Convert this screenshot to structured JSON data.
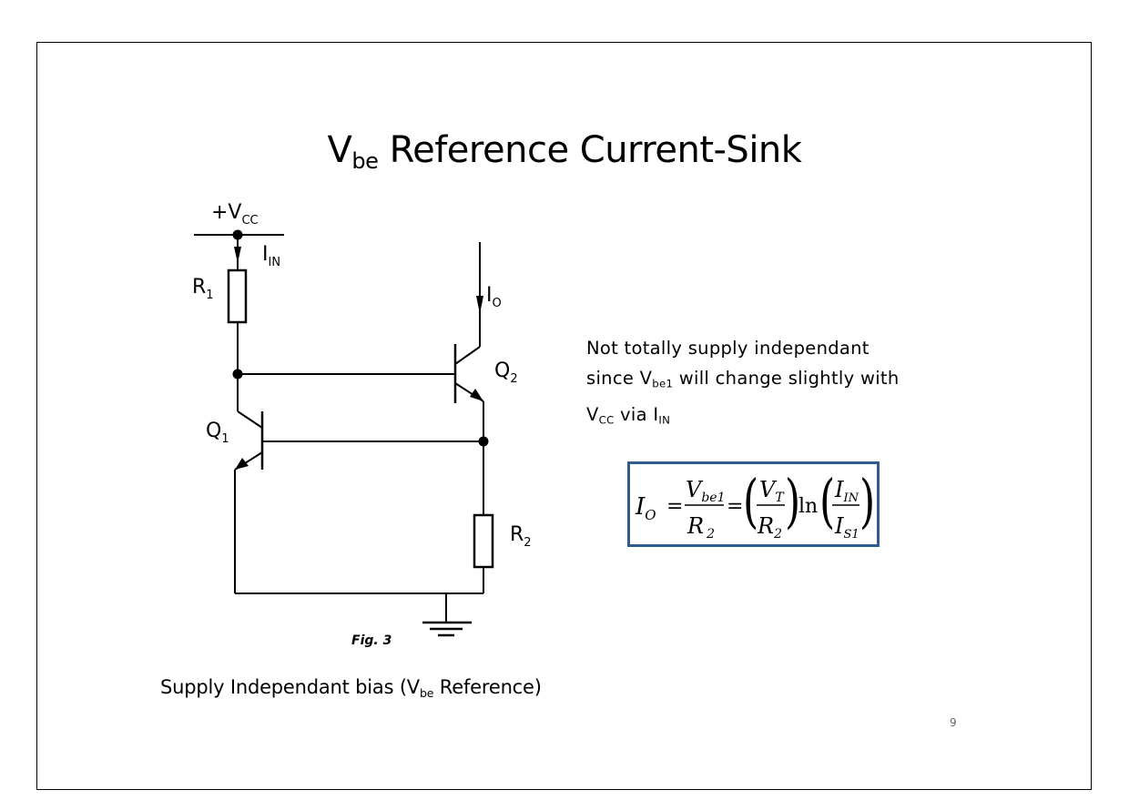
{
  "slide": {
    "title_main": "V",
    "title_sub": "be",
    "title_rest": " Reference Current-Sink",
    "page_number": "9"
  },
  "note": {
    "line1": "Not totally supply independant",
    "line2_pre": "since V",
    "line2_sub": "be1",
    "line2_post": " will change slightly with",
    "line3_v": "V",
    "line3_vsub": "CC",
    "line3_mid": " via I",
    "line3_isub": "IN"
  },
  "caption": {
    "pre": "Supply Independant bias (V",
    "sub": "be",
    "post": " Reference)"
  },
  "figure_label": "Fig. 3",
  "circuit_labels": {
    "vcc": "+V",
    "vcc_sub": "CC",
    "iin": "I",
    "iin_sub": "IN",
    "r1": "R",
    "r1_sub": "1",
    "io": "I",
    "io_sub": "O",
    "q2": "Q",
    "q2_sub": "2",
    "q1": "Q",
    "q1_sub": "1",
    "r2": "R",
    "r2_sub": "2"
  },
  "formula": {
    "lhs": "I",
    "lhs_sub": "O",
    "eq": "=",
    "f1_num": "V",
    "f1_num_sub": "be1",
    "f1_den": "R",
    "f1_den_sub": "2",
    "f2_num": "V",
    "f2_num_sub": "T",
    "f2_den": "R",
    "f2_den_sub": "2",
    "ln": "ln",
    "f3_num": "I",
    "f3_num_sub": "IN",
    "f3_den": "I",
    "f3_den_sub": "S1"
  },
  "colors": {
    "formula_border": "#2e5c93",
    "wire": "#000000"
  }
}
